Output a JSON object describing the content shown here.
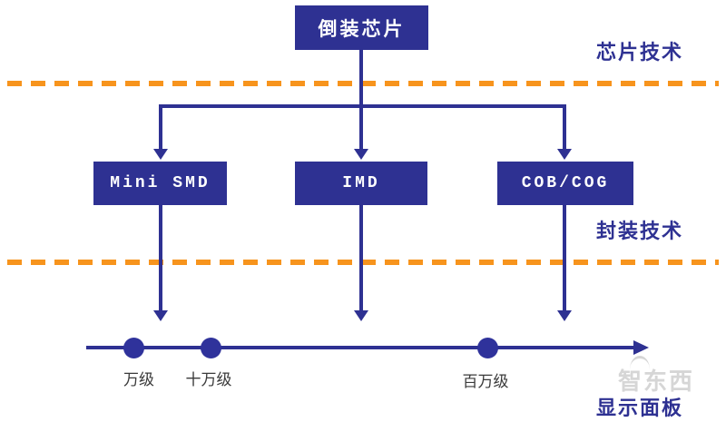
{
  "diagram": {
    "title_box": "倒装芯片",
    "layers": [
      {
        "label": "芯片技术"
      },
      {
        "label": "封装技术"
      },
      {
        "label": "显示面板"
      }
    ],
    "package_boxes": [
      "Mini SMD",
      "IMD",
      "COB/COG"
    ],
    "timeline": {
      "points": [
        {
          "label": "万级"
        },
        {
          "label": "十万级"
        },
        {
          "label": "百万级"
        }
      ]
    },
    "watermark": "智东西",
    "colors": {
      "primary_blue": "#2E3192",
      "dashed_orange": "#F7941D",
      "tick_label_gray": "#3a3a3a"
    }
  }
}
